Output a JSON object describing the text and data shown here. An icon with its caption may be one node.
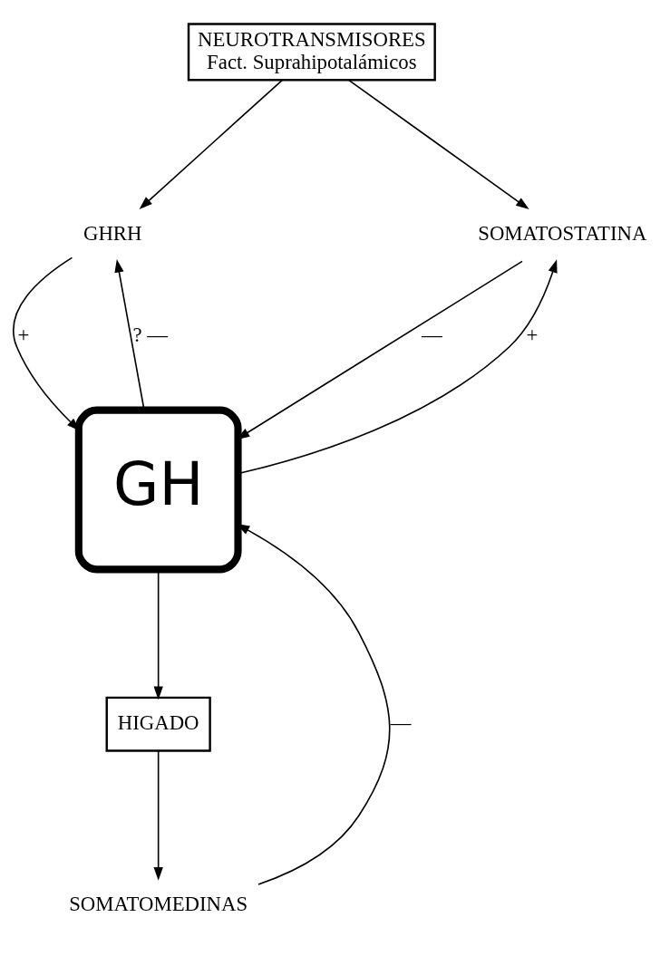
{
  "diagram": {
    "nodes": [
      {
        "text": [
          "NEUROTRANSMISORES",
          "Fact. Suprahipotalámicos"
        ]
      },
      {
        "text": [
          "GHRH"
        ]
      },
      {
        "text": [
          "SOMATOSTATINA"
        ]
      },
      {
        "text": [
          "GH"
        ]
      },
      {
        "text": [
          "HIGADO"
        ]
      },
      {
        "text": [
          "SOMATOMEDINAS"
        ]
      }
    ],
    "edges": [
      {
        "from": 0,
        "to": 1,
        "arrow": "to"
      },
      {
        "from": 0,
        "to": 2,
        "arrow": "to"
      },
      {
        "from": 1,
        "to": 3,
        "arrow": "to",
        "label": "+"
      },
      {
        "from": 2,
        "to": 3,
        "arrow": "to",
        "label": "—"
      },
      {
        "from": 3,
        "to": 1,
        "arrow": "to",
        "label": "? —"
      },
      {
        "from": 3,
        "to": 2,
        "arrow": "to",
        "label": "+"
      },
      {
        "from": 3,
        "to": 4,
        "arrow": "to"
      },
      {
        "from": 4,
        "to": 5,
        "arrow": "to"
      },
      {
        "from": 5,
        "to": 3,
        "arrow": "to",
        "label": "—"
      }
    ]
  }
}
